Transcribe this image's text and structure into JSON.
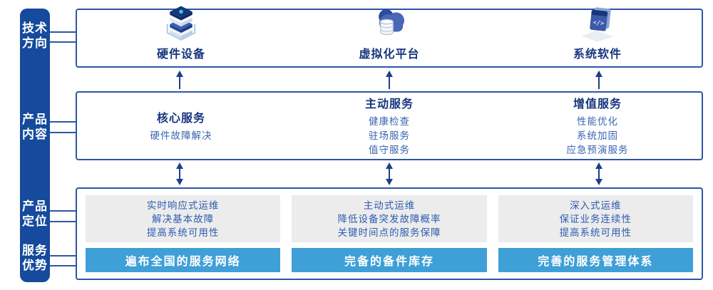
{
  "colors": {
    "sidebar_blue": "#154a9c",
    "box_border_navy": "#2e56a6",
    "heading_navy": "#16357d",
    "sub_item_blue": "#3a64b0",
    "panel_text_blue": "#2d5cb0",
    "bar_blue": "#3f9fd7",
    "panel_gray": "#ececec",
    "arrow_navy": "#1c3f88"
  },
  "sidebar": {
    "items": [
      {
        "line1": "技术",
        "line2": "方向"
      },
      {
        "line1": "产品",
        "line2": "内容"
      },
      {
        "line1": "产品",
        "line2": "定位"
      },
      {
        "line1": "服务",
        "line2": "优势"
      }
    ]
  },
  "tech_direction": {
    "items": [
      {
        "icon": "server-stack-icon",
        "label": "硬件设备"
      },
      {
        "icon": "cloud-database-icon",
        "label": "虚拟化平台"
      },
      {
        "icon": "code-window-icon",
        "label": "系统软件"
      }
    ]
  },
  "product_content": {
    "columns": [
      {
        "heading": "核心服务",
        "items": [
          "硬件故障解决"
        ]
      },
      {
        "heading": "主动服务",
        "items": [
          "健康检查",
          "驻场服务",
          "值守服务"
        ]
      },
      {
        "heading": "增值服务",
        "items": [
          "性能优化",
          "系统加固",
          "应急预演服务"
        ]
      }
    ]
  },
  "product_positioning": {
    "columns": [
      {
        "lines": [
          "实时响应式运维",
          "解决基本故障",
          "提高系统可用性"
        ],
        "bar": "遍布全国的服务网络"
      },
      {
        "lines": [
          "主动式运维",
          "降低设备突发故障概率",
          "关键时间点的服务保障"
        ],
        "bar": "完备的备件库存"
      },
      {
        "lines": [
          "深入式运维",
          "保证业务连续性",
          "提高系统可用性"
        ],
        "bar": "完善的服务管理体系"
      }
    ]
  }
}
